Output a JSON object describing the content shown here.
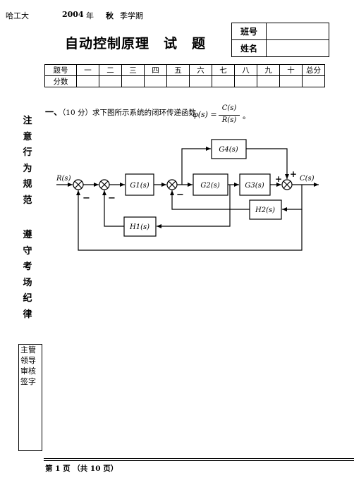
{
  "header": {
    "school": "哈工大",
    "year": "2004",
    "year_char": "年",
    "season": "秋",
    "semester": "季学期"
  },
  "title": "自动控制原理　试　题",
  "id_table": {
    "class_label": "班号",
    "name_label": "姓名"
  },
  "score_table": {
    "row1_label": "题号",
    "row2_label": "分数",
    "columns": [
      "一",
      "二",
      "三",
      "四",
      "五",
      "六",
      "七",
      "八",
      "九",
      "十",
      "总分"
    ]
  },
  "side_text": {
    "line1": [
      "注",
      "意",
      "行",
      "为",
      "规",
      "范"
    ],
    "line2": [
      "遵",
      "守",
      "考",
      "场",
      "纪",
      "律"
    ]
  },
  "approval_box": [
    "主管",
    "领导",
    "审核",
    "签字"
  ],
  "question1": {
    "number": "一、",
    "points": "（10 分）",
    "text": "求下图所示系统的闭环传递函数",
    "formula_lhs": "φ(s) =",
    "numerator": "C(s)",
    "denominator": "R(s)",
    "period": "。"
  },
  "diagram": {
    "input": "R(s)",
    "output": "C(s)",
    "blocks": {
      "g1": "G1(s)",
      "g2": "G2(s)",
      "g3": "G3(s)",
      "g4": "G4(s)",
      "h1": "H1(s)",
      "h2": "H2(s)"
    },
    "signs": {
      "minus": "−",
      "plus": "+"
    }
  },
  "footer": "第  1  页  （共 10 页）"
}
